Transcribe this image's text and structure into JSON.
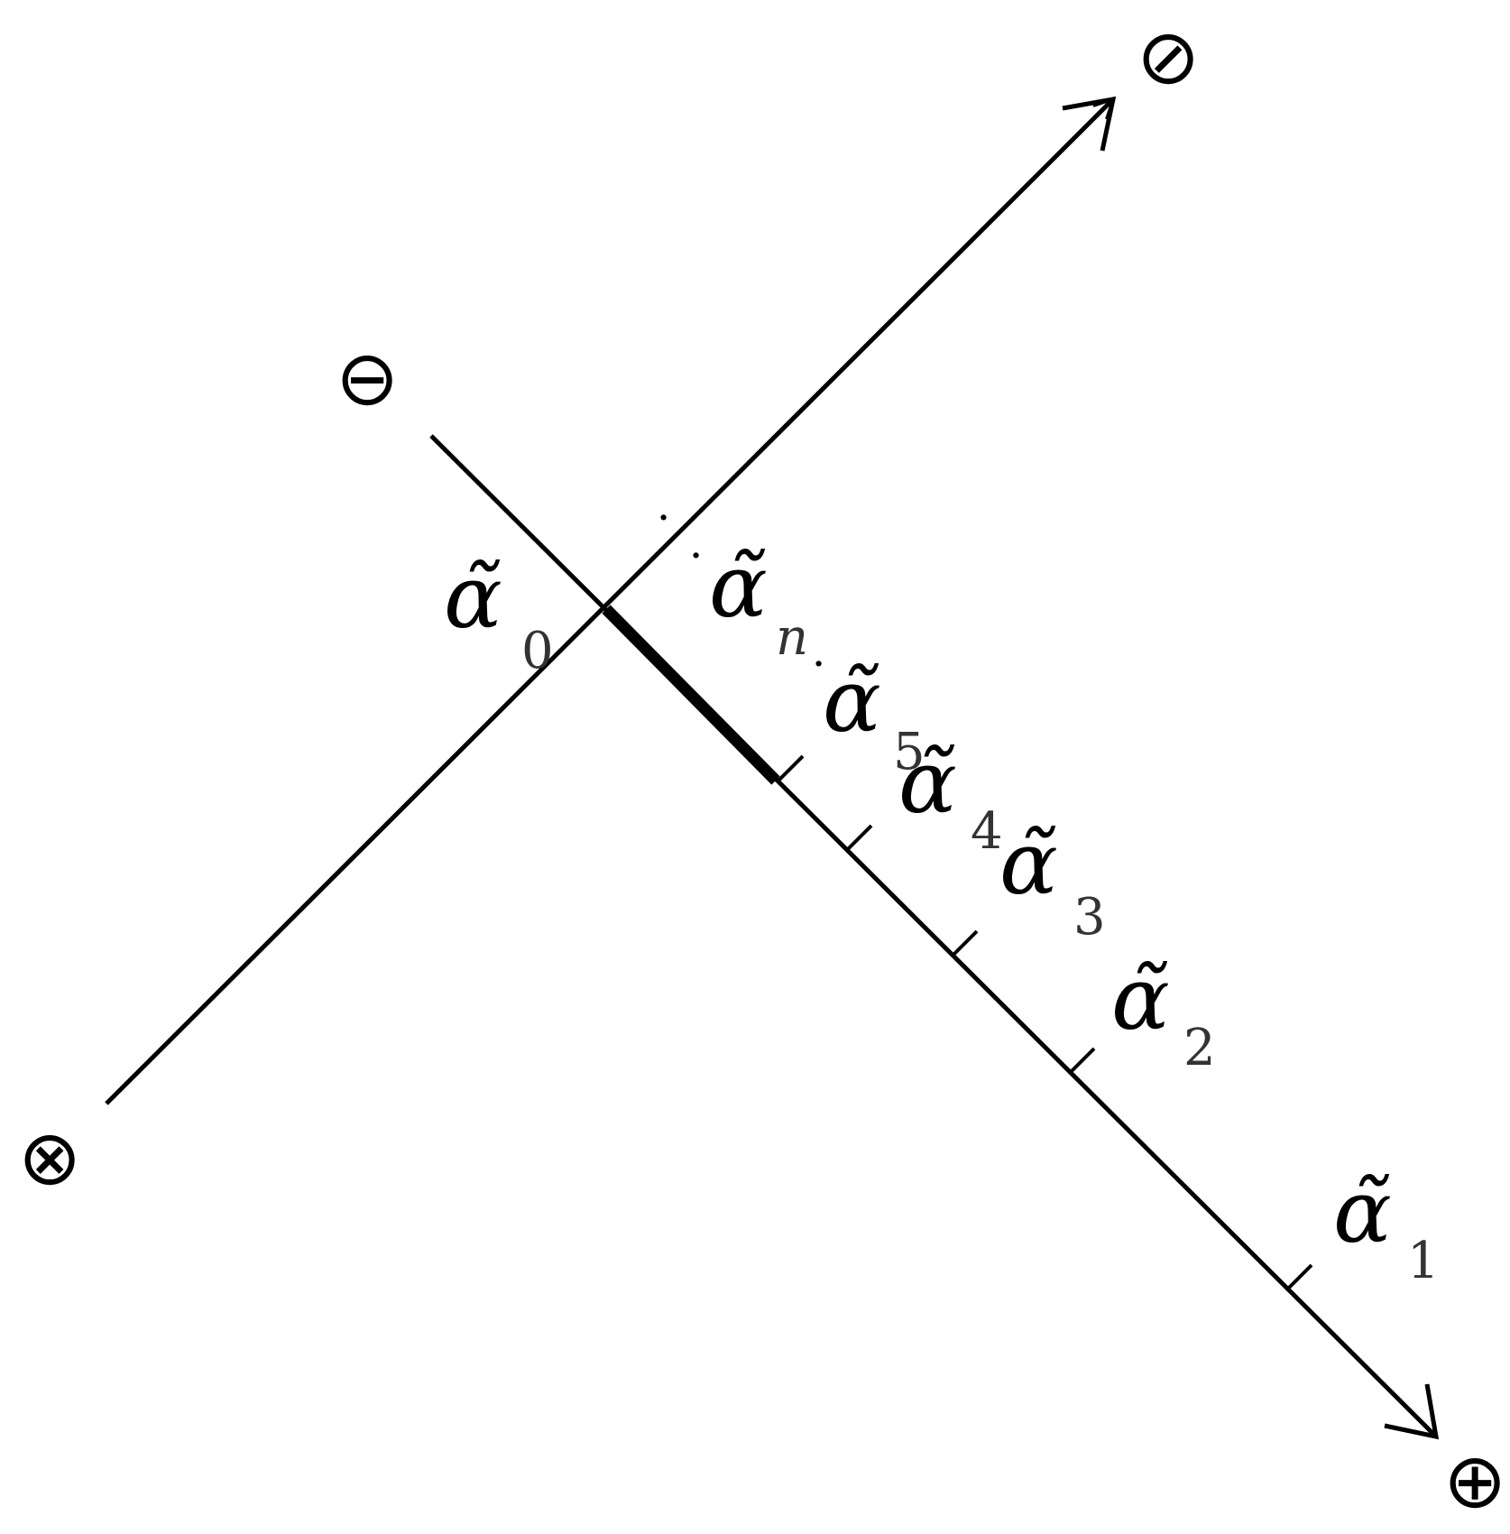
{
  "diagram": {
    "endpoint_symbols": {
      "upper_right": "⊘",
      "upper_left": "⊖",
      "lower_left": "⊗",
      "lower_right": "⊕"
    },
    "labels": {
      "a0": {
        "base": "α̃",
        "sub": "0"
      },
      "an": {
        "base": "α̃",
        "sub": "n"
      },
      "a5": {
        "base": "α̃",
        "sub": "5"
      },
      "a4": {
        "base": "α̃",
        "sub": "4"
      },
      "a3": {
        "base": "α̃",
        "sub": "3"
      },
      "a2": {
        "base": "α̃",
        "sub": "2"
      },
      "a1": {
        "base": "α̃",
        "sub": "1"
      }
    },
    "dots_1": "·",
    "dots_2": "·",
    "dots_3": "·"
  }
}
